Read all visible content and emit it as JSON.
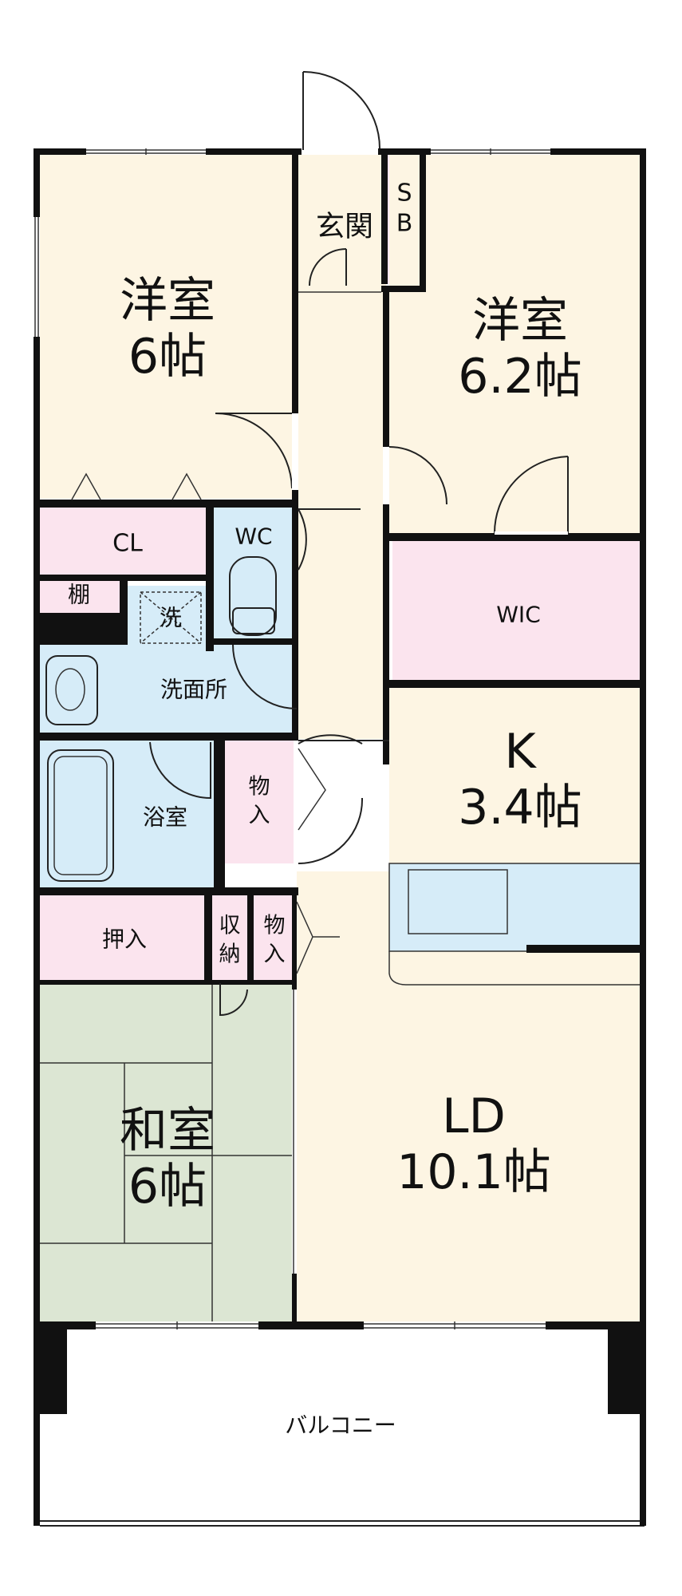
{
  "colors": {
    "floor": "#fdf5e3",
    "closet": "#fbe4ee",
    "wet": "#d6ecf8",
    "tatami": "#dce6d3",
    "balcony": "#ffffff",
    "wall": "#111111"
  },
  "rooms": {
    "western_room_1": {
      "name": "洋室",
      "size": "6帖"
    },
    "western_room_2": {
      "name": "洋室",
      "size": "6.2帖"
    },
    "kitchen": {
      "name": "K",
      "size": "3.4帖"
    },
    "living_dining": {
      "name": "LD",
      "size": "10.1帖"
    },
    "japanese_room": {
      "name": "和室",
      "size": "6帖"
    }
  },
  "labels": {
    "entrance": "玄関",
    "shoe_box_1": "S",
    "shoe_box_2": "B",
    "closet": "CL",
    "shelf": "棚",
    "wc": "WC",
    "washer": "洗",
    "washroom": "洗面所",
    "wic": "WIC",
    "bathroom": "浴室",
    "storage_1a": "物",
    "storage_1b": "入",
    "oshiire": "押入",
    "shuno_1": "収",
    "shuno_2": "納",
    "storage_2a": "物",
    "storage_2b": "入",
    "balcony": "バルコニー"
  }
}
